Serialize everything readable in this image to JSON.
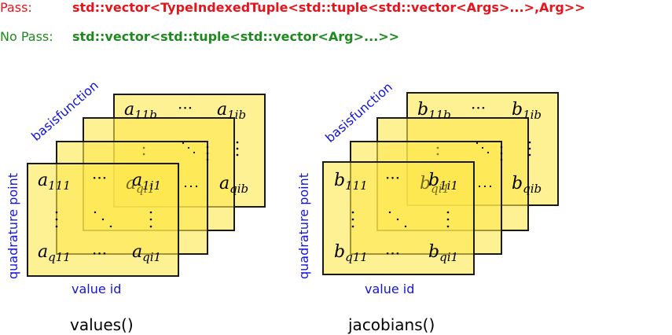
{
  "legend": {
    "pass_label": "Pass:",
    "pass_code": "std::vector<TypeIndexedTuple<std::tuple<std::vector<Args>...>,Arg>>",
    "nopass_label": "No Pass:",
    "nopass_code": "std::vector<std::tuple<std::vector<Arg>...>>",
    "pass_color": "#e8141b",
    "nopass_color": "#1e8a1e"
  },
  "colors": {
    "axis_text": "#1414d8",
    "card_fill": "#fde84c",
    "card_stroke": "#1a1a1a"
  },
  "diagrams": [
    {
      "axis_basis": "basisfunction",
      "axis_quad": "quadrature point",
      "axis_value": "value id",
      "caption": "values()",
      "top_row": {
        "first": "a",
        "first_sub": "11b",
        "dots": "···",
        "last": "a",
        "last_sub": "1ib"
      },
      "mid_right": {
        "sym": "a",
        "sub": "qib"
      },
      "mid_left": {
        "sym": "a",
        "sub": "qi1"
      },
      "front_tl": {
        "sym": "a",
        "sub": "111"
      },
      "front_tr": {
        "sym": "a",
        "sub": "1i1"
      },
      "front_bl": {
        "sym": "a",
        "sub": "q11"
      },
      "front_br": {
        "sym": "a",
        "sub": "qi1"
      },
      "hdots": "···"
    },
    {
      "axis_basis": "basisfunction",
      "axis_quad": "quadrature point",
      "axis_value": "value id",
      "caption": "jacobians()",
      "top_row": {
        "first": "b",
        "first_sub": "11b",
        "dots": "···",
        "last": "b",
        "last_sub": "1ib"
      },
      "mid_right": {
        "sym": "b",
        "sub": "qib"
      },
      "mid_left": {
        "sym": "b",
        "sub": "qi1"
      },
      "front_tl": {
        "sym": "b",
        "sub": "111"
      },
      "front_tr": {
        "sym": "b",
        "sub": "1i1"
      },
      "front_bl": {
        "sym": "b",
        "sub": "q11"
      },
      "front_br": {
        "sym": "b",
        "sub": "qi1"
      },
      "hdots": "···"
    }
  ]
}
